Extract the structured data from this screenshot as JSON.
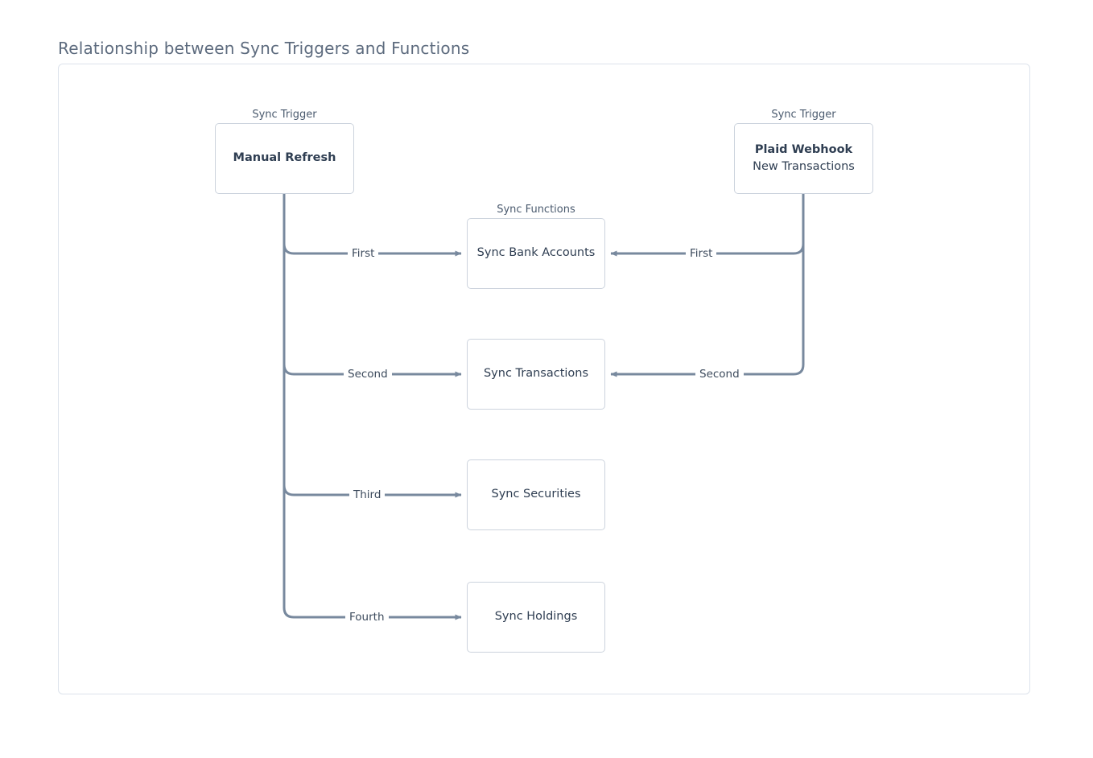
{
  "page": {
    "title": "Relationship between Sync Triggers and Functions"
  },
  "diagram": {
    "type": "flow",
    "group_labels": {
      "trigger_left": "Sync Trigger",
      "trigger_right": "Sync Trigger",
      "functions": "Sync Functions"
    },
    "triggers": [
      {
        "id": "manual-refresh",
        "title": "Manual Refresh",
        "subtitle": "",
        "group_label": "Sync Trigger",
        "side": "left"
      },
      {
        "id": "plaid-webhook",
        "title": "Plaid Webhook",
        "subtitle": "New Transactions",
        "group_label": "Sync Trigger",
        "side": "right"
      }
    ],
    "functions": [
      {
        "id": "sync-bank-accounts",
        "label": "Sync Bank Accounts"
      },
      {
        "id": "sync-transactions",
        "label": "Sync Transactions"
      },
      {
        "id": "sync-securities",
        "label": "Sync Securities"
      },
      {
        "id": "sync-holdings",
        "label": "Sync Holdings"
      }
    ],
    "edges": [
      {
        "from": "manual-refresh",
        "to": "sync-bank-accounts",
        "label": "First",
        "direction": "left-to-right"
      },
      {
        "from": "manual-refresh",
        "to": "sync-transactions",
        "label": "Second",
        "direction": "left-to-right"
      },
      {
        "from": "manual-refresh",
        "to": "sync-securities",
        "label": "Third",
        "direction": "left-to-right"
      },
      {
        "from": "manual-refresh",
        "to": "sync-holdings",
        "label": "Fourth",
        "direction": "left-to-right"
      },
      {
        "from": "plaid-webhook",
        "to": "sync-bank-accounts",
        "label": "First",
        "direction": "right-to-left"
      },
      {
        "from": "plaid-webhook",
        "to": "sync-transactions",
        "label": "Second",
        "direction": "right-to-left"
      }
    ],
    "colors": {
      "title_text": "#5d6b7e",
      "frame_border": "#dde3ec",
      "node_border": "#ccd3dd",
      "node_text": "#2f3e52",
      "edge_stroke": "#78899e",
      "label_text": "#3c4a5c",
      "background": "#ffffff"
    }
  }
}
